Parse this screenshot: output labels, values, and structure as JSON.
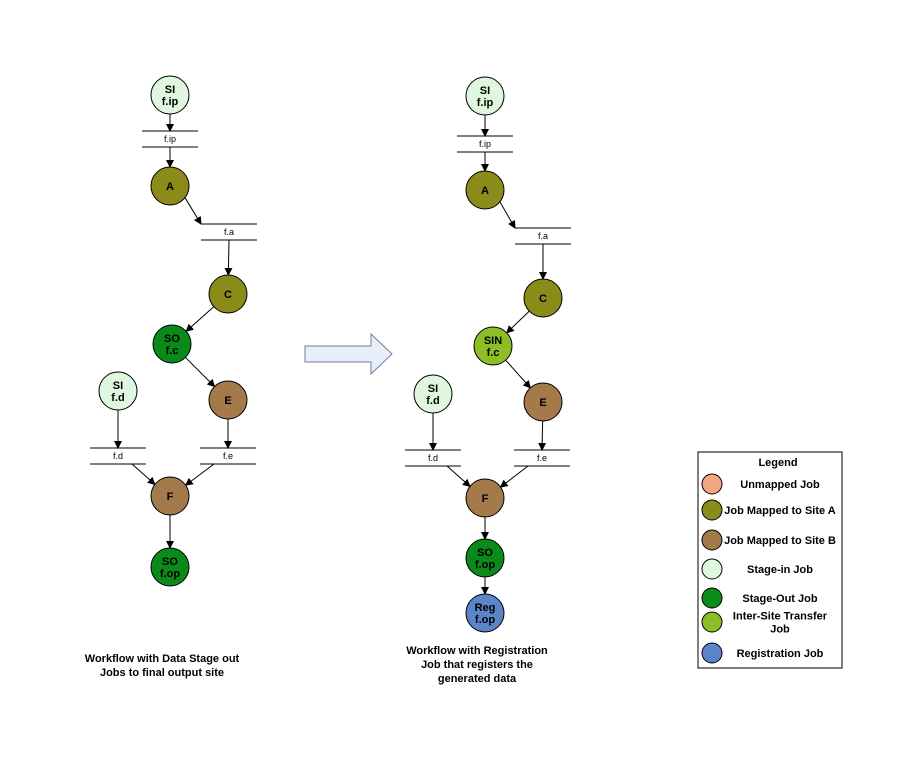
{
  "colors": {
    "unmapped": "#f4a582",
    "site_a": "#8b8b1a",
    "site_b": "#a57a4b",
    "stage_in": "#dff7df",
    "stage_out": "#0a8a1a",
    "inter_site": "#8cbf26",
    "registration": "#5b85c8"
  },
  "left_workflow": {
    "caption": [
      "Workflow with Data Stage  out",
      "Jobs to final output site"
    ],
    "nodes": [
      {
        "id": "si1",
        "lines": [
          "SI",
          "f.ip"
        ],
        "role": "stage_in"
      },
      {
        "id": "a",
        "lines": [
          "A"
        ],
        "role": "site_a"
      },
      {
        "id": "c",
        "lines": [
          "C"
        ],
        "role": "site_a"
      },
      {
        "id": "so1",
        "lines": [
          "SO",
          "f.c"
        ],
        "role": "stage_out"
      },
      {
        "id": "si2",
        "lines": [
          "SI",
          "f.d"
        ],
        "role": "stage_in"
      },
      {
        "id": "e",
        "lines": [
          "E"
        ],
        "role": "site_b"
      },
      {
        "id": "f",
        "lines": [
          "F"
        ],
        "role": "site_b"
      },
      {
        "id": "so2",
        "lines": [
          "SO",
          "f.op"
        ],
        "role": "stage_out"
      }
    ],
    "files": [
      {
        "id": "fip",
        "label": "f.ip"
      },
      {
        "id": "fa",
        "label": "f.a"
      },
      {
        "id": "fd",
        "label": "f.d"
      },
      {
        "id": "fe",
        "label": "f.e"
      }
    ]
  },
  "right_workflow": {
    "caption": [
      "Workflow with Registration",
      "Job that registers the",
      "generated data"
    ],
    "nodes": [
      {
        "id": "si1",
        "lines": [
          "SI",
          "f.ip"
        ],
        "role": "stage_in"
      },
      {
        "id": "a",
        "lines": [
          "A"
        ],
        "role": "site_a"
      },
      {
        "id": "c",
        "lines": [
          "C"
        ],
        "role": "site_a"
      },
      {
        "id": "sin",
        "lines": [
          "SIN",
          "f.c"
        ],
        "role": "inter_site"
      },
      {
        "id": "si2",
        "lines": [
          "SI",
          "f.d"
        ],
        "role": "stage_in"
      },
      {
        "id": "e",
        "lines": [
          "E"
        ],
        "role": "site_b"
      },
      {
        "id": "f",
        "lines": [
          "F"
        ],
        "role": "site_b"
      },
      {
        "id": "so",
        "lines": [
          "SO",
          "f.op"
        ],
        "role": "stage_out"
      },
      {
        "id": "reg",
        "lines": [
          "Reg",
          "f.op"
        ],
        "role": "registration"
      }
    ],
    "files": [
      {
        "id": "fip",
        "label": "f.ip"
      },
      {
        "id": "fa",
        "label": "f.a"
      },
      {
        "id": "fd",
        "label": "f.d"
      },
      {
        "id": "fe",
        "label": "f.e"
      }
    ]
  },
  "legend": {
    "title": "Legend",
    "items": [
      {
        "label": [
          "Unmapped Job"
        ],
        "role": "unmapped"
      },
      {
        "label": [
          "Job Mapped to Site A"
        ],
        "role": "site_a"
      },
      {
        "label": [
          "Job Mapped to Site B"
        ],
        "role": "site_b"
      },
      {
        "label": [
          "Stage-in Job"
        ],
        "role": "stage_in"
      },
      {
        "label": [
          "Stage-Out Job"
        ],
        "role": "stage_out"
      },
      {
        "label": [
          "Inter-Site Transfer",
          "Job"
        ],
        "role": "inter_site"
      },
      {
        "label": [
          "Registration Job"
        ],
        "role": "registration"
      }
    ]
  }
}
